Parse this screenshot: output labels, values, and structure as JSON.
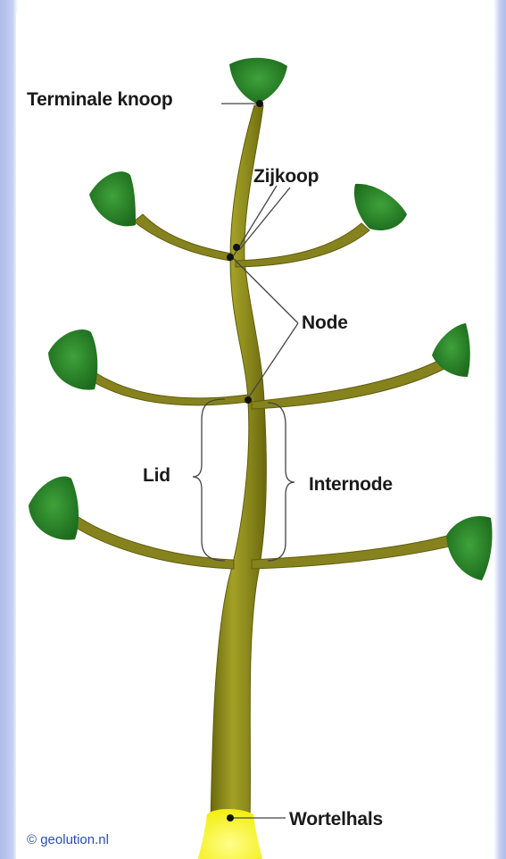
{
  "labels": {
    "terminal_bud": "Terminale knoop",
    "lateral_bud": "Zijkoop",
    "node": "Node",
    "lid": "Lid",
    "internode": "Internode",
    "root_collar": "Wortelhals"
  },
  "credit": "© geolution.nl",
  "colors": {
    "stem": "#8c8a17",
    "stem_edge": "#5f5d0c",
    "branch": "#7d7a20",
    "leaf_dark": "#1d6b1d",
    "leaf_light": "#3fa23a",
    "root_collar": "#f6f21c",
    "lines": "#444444",
    "frame_blue": "#b8c6ec"
  }
}
